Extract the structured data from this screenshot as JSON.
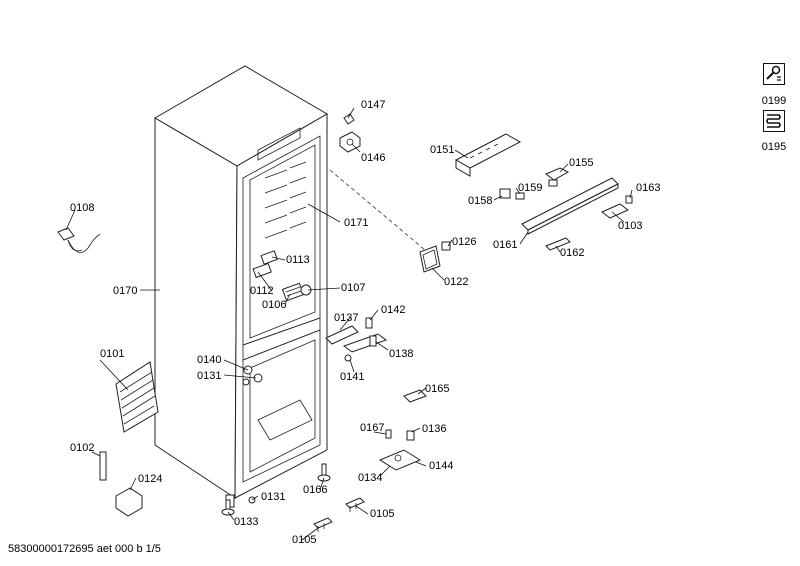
{
  "document_id": "58300000172695 aet 000 b 1/5",
  "legend": [
    {
      "code": "0199",
      "icon": "wrench-plug-icon"
    },
    {
      "code": "0195",
      "icon": "coil-heater-icon"
    }
  ],
  "labels": {
    "p0147": "0147",
    "p0146": "0146",
    "p0151": "0151",
    "p0155": "0155",
    "p0159": "0159",
    "p0158": "0158",
    "p0163": "0163",
    "p0103": "0103",
    "p0161": "0161",
    "p0162": "0162",
    "p0126": "0126",
    "p0122": "0122",
    "p0171": "0171",
    "p0108": "0108",
    "p0113": "0113",
    "p0112": "0112",
    "p0106": "0106",
    "p0107": "0107",
    "p0170": "0170",
    "p0137": "0137",
    "p0142": "0142",
    "p0138": "0138",
    "p0141": "0141",
    "p0101": "0101",
    "p0140": "0140",
    "p0131a": "0131",
    "p0165": "0165",
    "p0167": "0167",
    "p0136": "0136",
    "p0102": "0102",
    "p0134": "0134",
    "p0144": "0144",
    "p0124": "0124",
    "p0166": "0166",
    "p0131b": "0131",
    "p0133": "0133",
    "p0105a": "0105",
    "p0105b": "0105"
  }
}
